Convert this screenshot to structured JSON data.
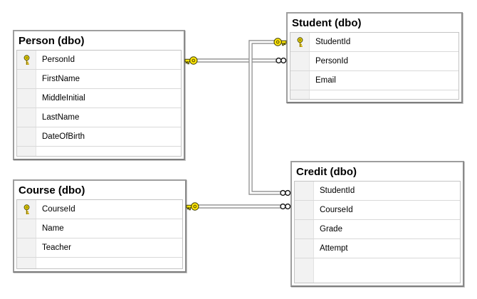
{
  "diagram": {
    "tables": [
      {
        "id": "person",
        "title": "Person (dbo)",
        "columns": [
          {
            "name": "PersonId",
            "pk": true
          },
          {
            "name": "FirstName",
            "pk": false
          },
          {
            "name": "MiddleInitial",
            "pk": false
          },
          {
            "name": "LastName",
            "pk": false
          },
          {
            "name": "DateOfBirth",
            "pk": false
          }
        ]
      },
      {
        "id": "student",
        "title": "Student (dbo)",
        "columns": [
          {
            "name": "StudentId",
            "pk": true
          },
          {
            "name": "PersonId",
            "pk": false
          },
          {
            "name": "Email",
            "pk": false
          }
        ]
      },
      {
        "id": "course",
        "title": "Course (dbo)",
        "columns": [
          {
            "name": "CourseId",
            "pk": true
          },
          {
            "name": "Name",
            "pk": false
          },
          {
            "name": "Teacher",
            "pk": false
          }
        ]
      },
      {
        "id": "credit",
        "title": "Credit (dbo)",
        "columns": [
          {
            "name": "StudentId",
            "pk": false
          },
          {
            "name": "CourseId",
            "pk": false
          },
          {
            "name": "Grade",
            "pk": false
          },
          {
            "name": "Attempt",
            "pk": false
          }
        ]
      }
    ],
    "relationships": [
      {
        "one_table": "Person",
        "one_column": "PersonId",
        "many_table": "Student",
        "many_column": "PersonId",
        "one_end": "key",
        "many_end": "infinity"
      },
      {
        "one_table": "Student",
        "one_column": "StudentId",
        "many_table": "Credit",
        "many_column": "StudentId",
        "one_end": "key",
        "many_end": "infinity"
      },
      {
        "one_table": "Course",
        "one_column": "CourseId",
        "many_table": "Credit",
        "many_column": "CourseId",
        "one_end": "key",
        "many_end": "infinity"
      }
    ],
    "colors": {
      "key_icon": "#ffe60a",
      "key_outline": "#3f3f05",
      "relationship_line": "#8f8f8f",
      "table_border": "#9e9e9e",
      "grid_border": "#c4c4c4",
      "row_divider": "#d9d9d9",
      "pk_column_bg": "#f2f2f2",
      "background": "#ffffff",
      "text": "#000000"
    }
  }
}
